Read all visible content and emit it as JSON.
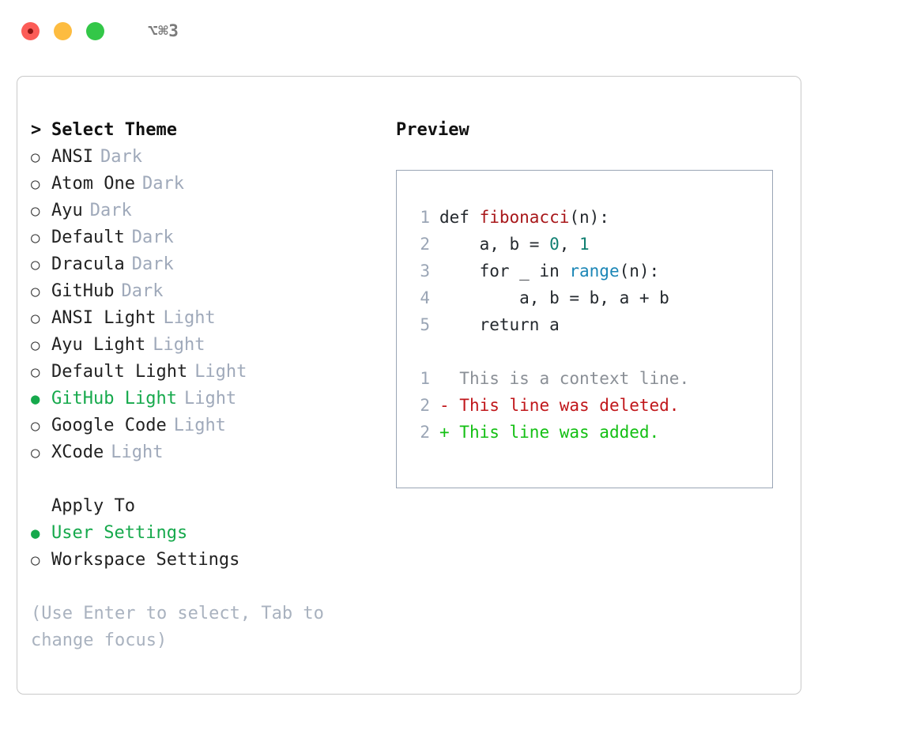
{
  "titlebar": {
    "shortcut": "⌥⌘3",
    "lights": [
      {
        "name": "close",
        "color": "#fc5c57"
      },
      {
        "name": "minimize",
        "color": "#fdbc40"
      },
      {
        "name": "zoom",
        "color": "#33c748"
      }
    ]
  },
  "theme_section": {
    "caret": ">",
    "title": "Select Theme",
    "selected_bullet": "●",
    "unselected_bullet": "○",
    "items": [
      {
        "label": "ANSI",
        "tag": "Dark",
        "selected": false
      },
      {
        "label": "Atom One",
        "tag": "Dark",
        "selected": false
      },
      {
        "label": "Ayu",
        "tag": "Dark",
        "selected": false
      },
      {
        "label": "Default",
        "tag": "Dark",
        "selected": false
      },
      {
        "label": "Dracula",
        "tag": "Dark",
        "selected": false
      },
      {
        "label": "GitHub",
        "tag": "Dark",
        "selected": false
      },
      {
        "label": "ANSI Light",
        "tag": "Light",
        "selected": false
      },
      {
        "label": "Ayu Light",
        "tag": "Light",
        "selected": false
      },
      {
        "label": "Default Light",
        "tag": "Light",
        "selected": false
      },
      {
        "label": "GitHub Light",
        "tag": "Light",
        "selected": true
      },
      {
        "label": "Google Code",
        "tag": "Light",
        "selected": false
      },
      {
        "label": "XCode",
        "tag": "Light",
        "selected": false
      }
    ]
  },
  "apply_section": {
    "title": "Apply To",
    "items": [
      {
        "label": "User Settings",
        "selected": true
      },
      {
        "label": "Workspace Settings",
        "selected": false
      }
    ]
  },
  "hint": "(Use Enter to select, Tab to change focus)",
  "preview": {
    "title": "Preview",
    "code_lines": [
      {
        "num": "1",
        "tokens": [
          {
            "text": "def ",
            "type": "plain"
          },
          {
            "text": "fibonacci",
            "type": "function"
          },
          {
            "text": "(n):",
            "type": "plain"
          }
        ]
      },
      {
        "num": "2",
        "tokens": [
          {
            "text": "    a, b = ",
            "type": "plain"
          },
          {
            "text": "0",
            "type": "number"
          },
          {
            "text": ", ",
            "type": "plain"
          },
          {
            "text": "1",
            "type": "number"
          }
        ]
      },
      {
        "num": "3",
        "tokens": [
          {
            "text": "    for _ in ",
            "type": "plain"
          },
          {
            "text": "range",
            "type": "call"
          },
          {
            "text": "(n):",
            "type": "plain"
          }
        ]
      },
      {
        "num": "4",
        "tokens": [
          {
            "text": "        a, b = b, a + b",
            "type": "plain"
          }
        ]
      },
      {
        "num": "5",
        "tokens": [
          {
            "text": "    return a",
            "type": "plain"
          }
        ]
      }
    ],
    "diff_lines": [
      {
        "num": "1",
        "marker": "  ",
        "text": "This is a context line.",
        "kind": "context"
      },
      {
        "num": "2",
        "marker": "- ",
        "text": "This line was deleted.",
        "kind": "deleted"
      },
      {
        "num": "2",
        "marker": "+ ",
        "text": "This line was added.",
        "kind": "added"
      }
    ]
  },
  "colors": {
    "accent_green": "#16a94c",
    "tag_gray": "#9fa9ba",
    "hint_gray": "#a9b2bf",
    "fn_red": "#a8171a",
    "num_teal": "#107f71",
    "call_blue": "#1b86b6",
    "diff_add": "#13bf13",
    "diff_del": "#c0161a",
    "diff_ctx": "#8a8f96",
    "panel_border": "#c9c9c9",
    "preview_border": "#9aa5b5"
  }
}
